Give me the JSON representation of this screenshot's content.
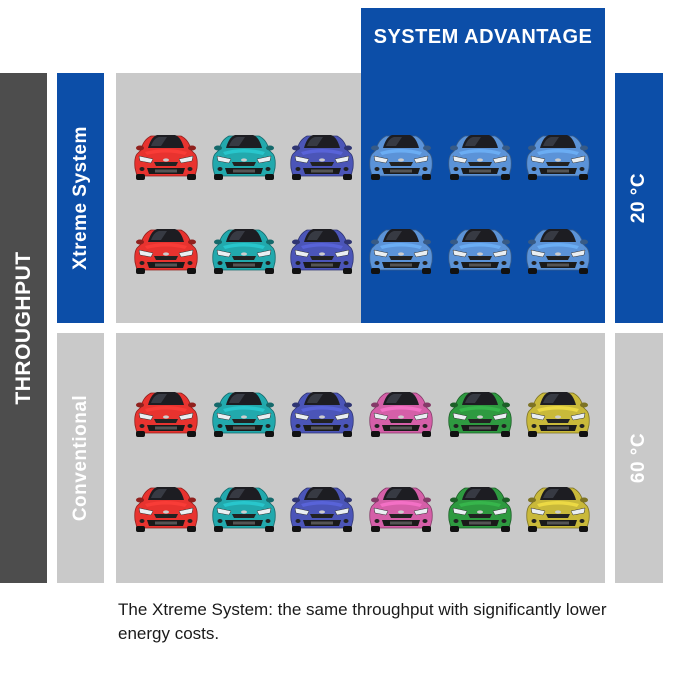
{
  "axis": {
    "left_label": "THROUGHPUT"
  },
  "rows": {
    "top_label": "Xtreme System",
    "bottom_label": "Conventional"
  },
  "temperatures": {
    "top": "20 °C",
    "bottom": "60 °C"
  },
  "advantage": {
    "title": "SYSTEM ADVANTAGE"
  },
  "caption": "The Xtreme System: the same throughput with significantly lower energy costs.",
  "colors": {
    "brand_blue": "#0c4ea8",
    "grey": "#c9c9c9",
    "dark_grey": "#4d4d4d"
  },
  "cars": {
    "xtreme_rows": [
      [
        "red",
        "teal",
        "indigo",
        "lightblue",
        "lightblue",
        "lightblue"
      ],
      [
        "red",
        "teal",
        "indigo",
        "lightblue",
        "lightblue",
        "lightblue"
      ]
    ],
    "conventional_rows": [
      [
        "red",
        "teal",
        "indigo",
        "pink",
        "green",
        "olive"
      ],
      [
        "red",
        "teal",
        "indigo",
        "pink",
        "green",
        "olive"
      ]
    ],
    "palette": {
      "red": "#e8332f",
      "teal": "#22a9ad",
      "indigo": "#4b55b8",
      "lightblue": "#5b93d8",
      "pink": "#d55fa8",
      "green": "#2e9a40",
      "olive": "#c9b93a"
    }
  }
}
